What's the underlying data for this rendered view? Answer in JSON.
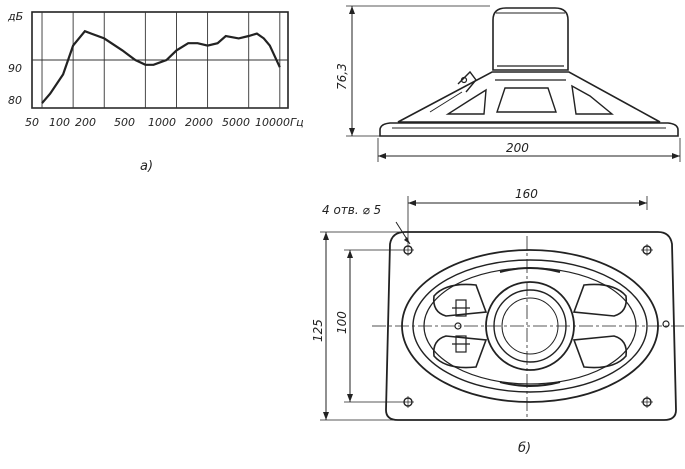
{
  "chart_data": {
    "type": "line",
    "ylabel": "дБ",
    "xlabel": "Гц",
    "y_ticks": [
      "80",
      "90"
    ],
    "x_ticks": [
      "50",
      "100",
      "200",
      "500",
      "1000",
      "2000",
      "5000",
      "10000"
    ],
    "x_scale": "log",
    "ylim": [
      80,
      100
    ],
    "xlim": [
      40,
      12000
    ],
    "grid": true,
    "x": [
      50,
      60,
      80,
      100,
      130,
      150,
      200,
      300,
      400,
      500,
      600,
      800,
      1000,
      1300,
      1600,
      2000,
      2500,
      3000,
      4000,
      5000,
      6000,
      7000,
      8000,
      10000
    ],
    "y": [
      81,
      83,
      87,
      93,
      96,
      95.5,
      94.5,
      92,
      90,
      89,
      89,
      90,
      92,
      93.5,
      93.5,
      93,
      93.5,
      95,
      94.5,
      95,
      95.5,
      94.5,
      93,
      88.5
    ]
  },
  "labels": {
    "panel_a": "а)",
    "panel_b": "б)",
    "dim_height": "76,3",
    "dim_width": "200",
    "dim_holes_span": "160",
    "dim_holes_note": "4 отв. ⌀ 5",
    "dim_outer_height": "125",
    "dim_inner_height": "100"
  }
}
